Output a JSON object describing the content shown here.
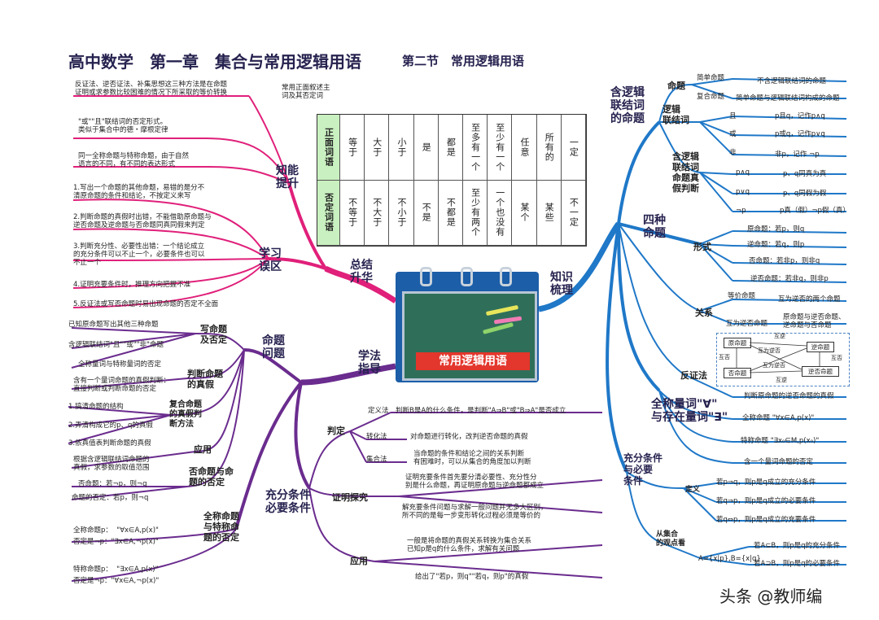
{
  "title": "高中数学　第一章　集合与常用逻辑用语",
  "subtitle": "第二节　常用逻辑用语",
  "center": {
    "label": "常用逻辑用语"
  },
  "watermark": "头条 @教师编",
  "branches": {
    "zhishi": "知识\n梳理",
    "zongjie": "总结\n升华",
    "xuefa": "学法\n指导",
    "mingti": "命题\n问题",
    "chongfen": "充分条件\n必要条件",
    "zhineng": "知能\n提升",
    "xuexi": "学习\n误区",
    "hanluoji": "含逻辑\n联结词\n的命题",
    "sizhong": "四种\n命题",
    "quancheng": "全称量词\"∀\"\n与存在量词\"∃\"",
    "chongfenbiyao": "充分条件\n与必要\n条件"
  },
  "left_top": {
    "items": [
      "反证法、逆否证法、补集思想这三种方法是在命题\n证明或求参数比较困难的情况下所采取的等价转换",
      "\"或\"\"且\"联结词的否定形式。\n类似于集合中的德・摩根定律",
      "同一全称命题与特称命题，由于自然\n语言的不同，有不同的表达形式"
    ],
    "note": "常用正面叙述主\n词及其否定词"
  },
  "table": {
    "head_pos": "正面词语",
    "head_neg": "否定词语",
    "pos": [
      "等于",
      "大于",
      "小于",
      "是",
      "都是",
      "至多有一个",
      "至少有一个",
      "任意",
      "所有的",
      "一定"
    ],
    "neg": [
      "不等于",
      "不大于",
      "不小于",
      "不是",
      "不都是",
      "至少有两个",
      "一个也没有",
      "某个",
      "某些",
      "不一定"
    ]
  },
  "mistakes": [
    "1.写出一个命题的其他命题，易错的是分不\n清原命题的条件和结论，不按定义来写",
    "2.判断命题的真假时出错，不能借助原命题与\n逆否命题及逆命题与否命题同真同假来判定",
    "3.判断充分性、必要性出错：一个结论成立\n的充分条件可以不止一个，必要条件也可以\n不止一个",
    "4.证明充要条件时，推理方向把握不准",
    "5.反证法或写否命题时易出现命题的否定不全面"
  ],
  "left_bottom": {
    "xieming": "写命题\n及否定",
    "xieming_items": [
      "已知原命题写出其他三种命题",
      "含逻辑联结词\"且\"\"或\"\"非\"命题",
      "全称量词与特称量词的否定"
    ],
    "panduan": "判断命题\n的真假",
    "panduan_items": [
      "含有一个量词命题的真假判断：\n直接判断或判断命题的否定"
    ],
    "fuhe": "复合命题\n的真假判\n断方法",
    "fuhe_items": [
      "1.搞清命题的结构",
      "2.弄清构成它的p、q的真假",
      "3.依真值表判断命题的真假"
    ],
    "yingyong": "应用",
    "yingyong_items": [
      "根据含逻辑联结词命题的\n真假，求参数的取值范围"
    ],
    "fouding": "否命题与命\n题的否定",
    "fouding_items": [
      "否命题：若¬p，则¬q",
      "命题的否定：若p，则¬q"
    ],
    "quancheng": "全称命题\n与特称命\n题的否定",
    "quancheng_items": [
      "全称命题p：  \"∀x∈A,p(x)\"\n否定是¬p：\"∃x∈A,¬p(x)\"",
      "特称命题p：  \"∃x∈A,p(x)\"\n否定是¬p：\"∀x∈A,¬p(x)\""
    ]
  },
  "middle_bottom": {
    "panding": "判定",
    "dingyifa": "定义法",
    "dingyifa_text": "判断B是A的什么条件，是判断\"A⇒B\"或\"B⇒A\"是否成立",
    "zhuanhuafa": "转化法",
    "zhuanhuafa_text": "对命题进行转化，改判逆否命题的真假",
    "jihefa": "集合法",
    "jihefa_text": "当命题的条件和结论之间的关系判断\n有困难时，可以从集合的角度加以判断",
    "zhengming": "证明探究",
    "zhengming_items": [
      "证明充要条件首先要分清必要性、充分性分\n别是什么命题，再证明原命题与逆命题都成立",
      "解充要条件问题与求解一般问题并无多大区别，\n所不同的是每一步变形转化过程必须是等价的"
    ],
    "yingyong": "应用",
    "yingyong_items": [
      "一般是将命题的真假关系转换为集合关系\n已知p是q的什么条件，求解有关问题",
      "给出了\"若p，则q\"\"若q，则p\"的真假"
    ]
  },
  "right": {
    "mingti": "命题",
    "jiandan": "简单命题",
    "jiandan_text": "不含逻辑联结词的命题",
    "fuhe": "复合命题",
    "fuhe_text": "简单命题与逻辑联结词构成的命题",
    "luoji": "逻辑\n联结词",
    "qie": "且",
    "qie_text": "p且q，记作p∧q",
    "huo": "或",
    "huo_text": "p或q，记作p∨q",
    "fei": "非",
    "fei_text": "非p，记作 ¬p",
    "zhenjia": "含逻辑\n联结词\n命题真\n假判断",
    "pq_and": "p∧q",
    "pq_and_text": "p、q同真为真",
    "pq_or": "p∨q",
    "pq_or_text": "p、q同假为假",
    "np": "¬p",
    "np_text": "p真（假）¬p假（真）",
    "xingshi": "形式",
    "yuan": "原命题：若p，则q",
    "ni": "逆命题：若q，则p",
    "fou": "否命题：若非p，则非q",
    "nifou": "逆否命题：若非q，则非p",
    "guanxi": "关系",
    "dengjia": "等价命题",
    "dengjia_text": "互为逆否的两个命题",
    "huwei": "互为逆否命题",
    "huwei_text": "原命题与逆否命题、\n逆命题与否命题",
    "fanzheng": "反证法",
    "fanzheng_text": "判断原命题的逆否命题的真假",
    "rel_boxes": [
      "原命题",
      "逆命题",
      "否命题",
      "逆否命题"
    ],
    "rel_labels": [
      "互逆",
      "互逆",
      "互否",
      "互否",
      "互为逆否",
      "互为逆否"
    ],
    "quan_text": "全称命题 \"∀x∈A,p(x)\"",
    "te_text": "特称命题 \"∃x₀∈M,p(x₀)\"",
    "liang_text": "含一个量词命题的否定",
    "dingyi": "定义",
    "d1": "若p⇒q，则p是q成立的充分条件",
    "d2": "若q⇒p，则p是q成立的必要条件",
    "d3": "若q⇔p，则p是q成立的充要条件",
    "jihe": "从集合\n的观点看",
    "jihe_set": "A={x|p},B={x|q}",
    "j1": "若A⊆B，则p是q的充分条件",
    "j2": "若A⊇B，则p是q的必要条件"
  },
  "colors": {
    "pink": "#e0207a",
    "purple": "#6a2c8e",
    "blue": "#1f78c8",
    "navy": "#26224f",
    "green": "#c9f0c0",
    "red": "#e3362c"
  }
}
